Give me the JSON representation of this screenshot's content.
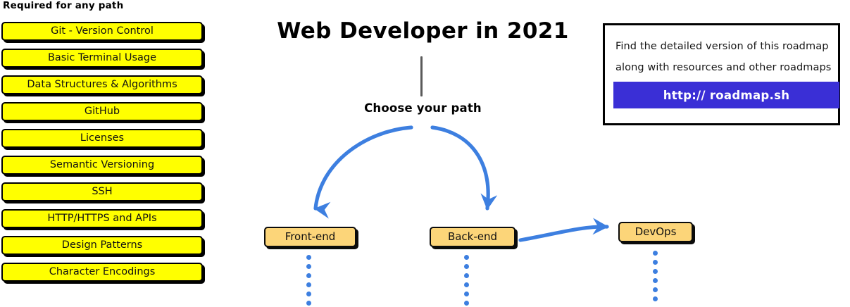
{
  "page": {
    "title": "Web Developer in 2021",
    "choose_path_label": "Choose your path",
    "background_color": "#ffffff"
  },
  "required_section": {
    "heading": "Required for any path",
    "box_fill_color": "#ffff00",
    "box_border_color": "#000000",
    "items": [
      {
        "label": "Git - Version Control"
      },
      {
        "label": "Basic Terminal Usage"
      },
      {
        "label": "Data Structures & Algorithms"
      },
      {
        "label": "GitHub"
      },
      {
        "label": "Licenses"
      },
      {
        "label": "Semantic Versioning"
      },
      {
        "label": "SSH"
      },
      {
        "label": "HTTP/HTTPS and APIs"
      },
      {
        "label": "Design Patterns"
      },
      {
        "label": "Character Encodings"
      }
    ]
  },
  "paths": {
    "arrow_color": "#3d7fe0",
    "box_fill_color": "#fcd579",
    "box_border_color": "#0b0b0b",
    "items": [
      {
        "label": "Front-end"
      },
      {
        "label": "Back-end"
      },
      {
        "label": "DevOps"
      }
    ]
  },
  "info_card": {
    "line_1": "Find the detailed version of this roadmap",
    "line_2": "along with resources and other roadmaps",
    "button_label": "http:// roadmap.sh",
    "button_color": "#3a2fd6",
    "button_text_color": "#ffffff",
    "border_color": "#000000"
  }
}
